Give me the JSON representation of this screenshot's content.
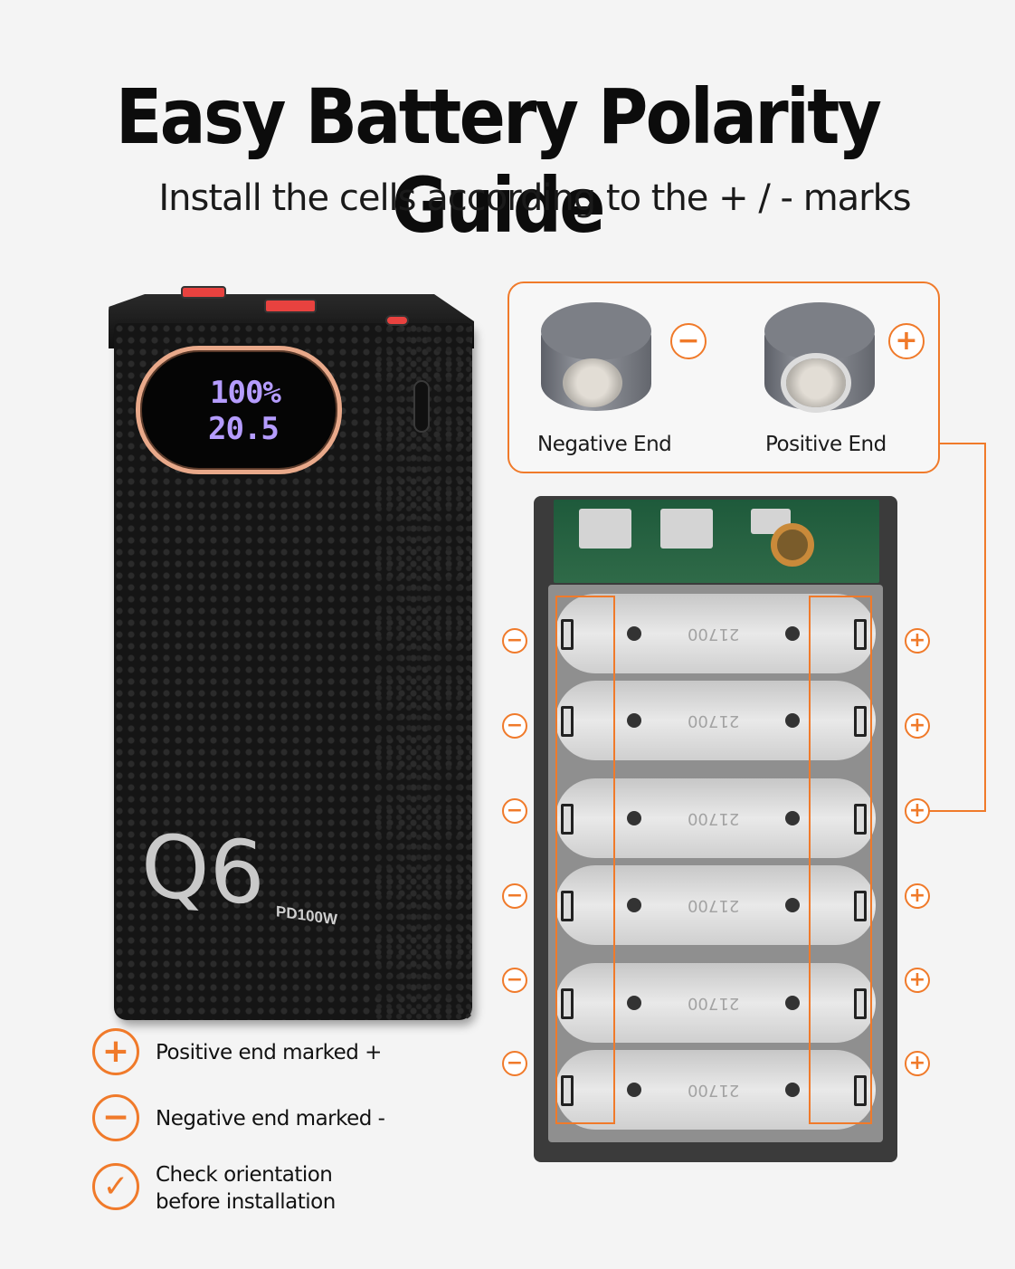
{
  "header": {
    "title": "Easy Battery Polarity Guide",
    "subtitle": "Install the cells according to the + / - marks"
  },
  "power_bank": {
    "display_line1": "100%",
    "display_line2": "20.5",
    "model": "Q6",
    "rating": "PD100W"
  },
  "cell_guide": {
    "negative_label": "Negative End",
    "positive_label": "Positive End",
    "negative_sign": "−",
    "positive_sign": "+"
  },
  "holder": {
    "slot_mark": "21700",
    "slot_count": 6,
    "minus_sign": "−",
    "plus_sign": "+"
  },
  "legend": {
    "items": [
      {
        "icon": "plus-icon",
        "glyph": "+",
        "text": "Positive end marked +"
      },
      {
        "icon": "minus-icon",
        "glyph": "−",
        "text": "Negative end marked -"
      },
      {
        "icon": "check-icon",
        "glyph": "✓",
        "text_line1": "Check orientation",
        "text_line2": "before installation"
      }
    ]
  },
  "colors": {
    "accent": "#f07a2a",
    "background": "#f4f4f4"
  }
}
